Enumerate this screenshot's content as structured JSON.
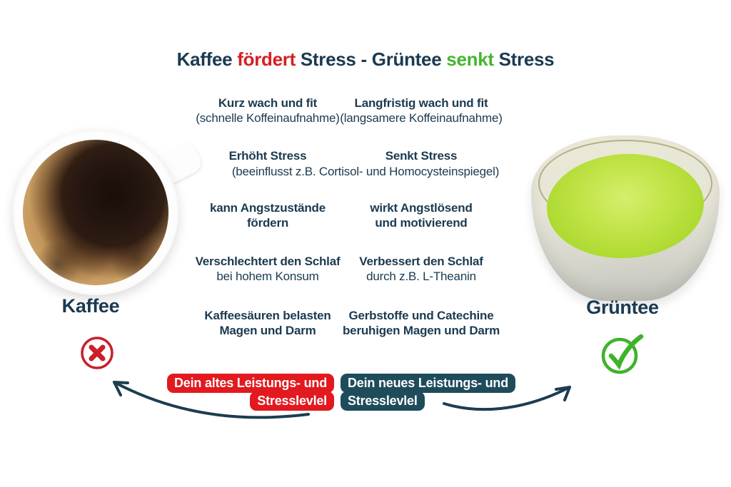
{
  "title": {
    "part1": "Kaffee ",
    "red_word": "fördert",
    "part2": " Stress - Grüntee ",
    "green_word": "senkt",
    "part3": " Stress"
  },
  "left": {
    "label": "Kaffee"
  },
  "right": {
    "label": "Grüntee"
  },
  "rows": [
    {
      "left_bold": "Kurz wach und fit",
      "left_sub": "(schnelle Koffeinaufnahme)",
      "right_bold": "Langfristig wach und fit",
      "right_sub": "(langsamere Koffeinaufnahme)"
    },
    {
      "left_bold": "Erhöht Stress",
      "right_bold": "Senkt Stress",
      "shared_sub": "(beeinflusst z.B. Cortisol- und Homocysteinspiegel)"
    },
    {
      "left_bold_l1": "kann Angstzustände",
      "left_bold_l2": "fördern",
      "right_bold_l1": "wirkt Angstlösend",
      "right_bold_l2": "und motivierend"
    },
    {
      "left_bold": "Verschlechtert den Schlaf",
      "left_sub": "bei hohem Konsum",
      "right_bold": "Verbessert den Schlaf",
      "right_sub": "durch z.B. L-Theanin"
    },
    {
      "left_bold_l1": "Kaffeesäuren belasten",
      "left_bold_l2": "Magen und Darm",
      "right_bold_l1": "Gerbstoffe und Catechine",
      "right_bold_l2": "beruhigen Magen und Darm"
    }
  ],
  "banners": {
    "old": {
      "line1": "Dein altes Leistungs- und",
      "line2": "Stresslevlel"
    },
    "new": {
      "line1": "Dein neues Leistungs- und",
      "line2": "Stresslevlel"
    }
  },
  "colors": {
    "text_navy": "#1b3a50",
    "title_red": "#d6201f",
    "title_green": "#45b52e",
    "banner_red": "#e2191f",
    "banner_teal": "#1e4c5b",
    "icon_red": "#c9202a",
    "icon_green": "#3db32a",
    "arrow": "#1d3d50"
  }
}
